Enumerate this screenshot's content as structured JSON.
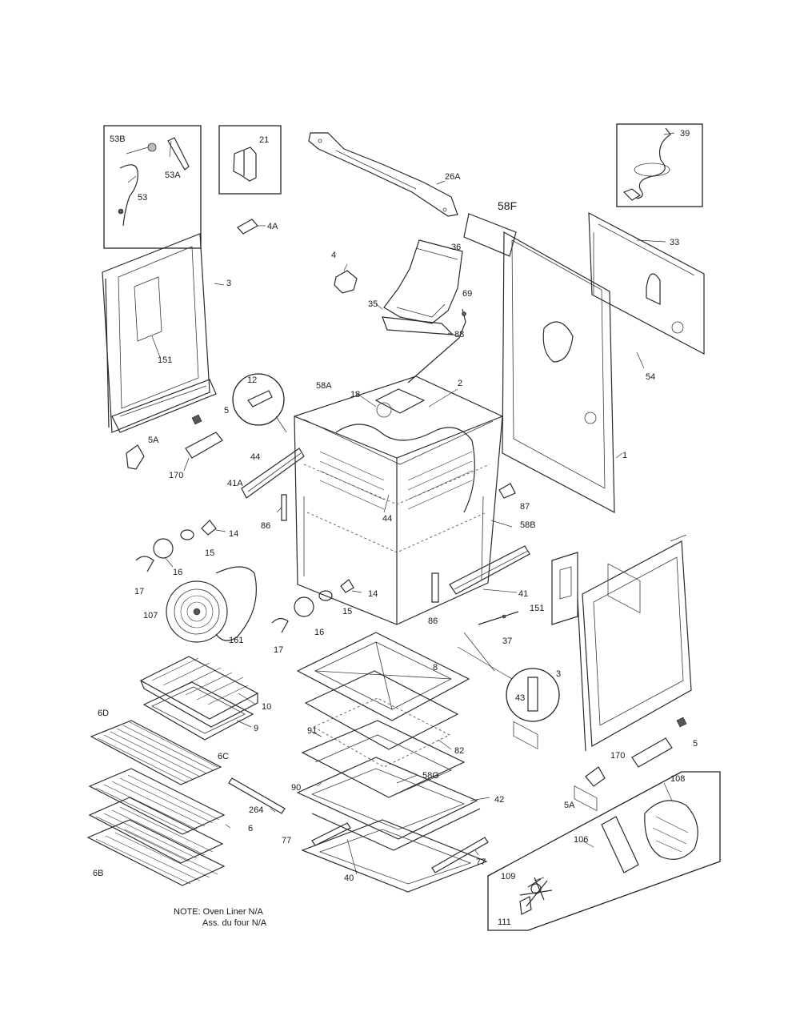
{
  "parts": {
    "p53B": "53B",
    "p53A": "53A",
    "p53": "53",
    "p21": "21",
    "p26A": "26A",
    "p39": "39",
    "p58F": "58F",
    "p4A": "4A",
    "p4": "4",
    "p36": "36",
    "p33": "33",
    "p3a": "3",
    "p35": "35",
    "p69": "69",
    "p151a": "151",
    "p88": "88",
    "p54": "54",
    "p12": "12",
    "p18": "18",
    "p58A": "58A",
    "p2": "2",
    "p5a": "5",
    "p44a": "44",
    "p5Aa": "5A",
    "p41A": "41A",
    "p1": "1",
    "p170a": "170",
    "p44b": "44",
    "p87": "87",
    "p86a": "86",
    "p58B": "58B",
    "p14a": "14",
    "p15a": "15",
    "p16a": "16",
    "p17a": "17",
    "p107": "107",
    "p161": "161",
    "p14b": "14",
    "p15b": "15",
    "p16b": "16",
    "p17b": "17",
    "p86b": "86",
    "p41": "41",
    "p151b": "151",
    "p37": "37",
    "p8": "8",
    "p3b": "3",
    "p43": "43",
    "p10": "10",
    "p9": "9",
    "p6D": "6D",
    "p6C": "6C",
    "p91": "91",
    "p82": "82",
    "p5b": "5",
    "p170b": "170",
    "p58G": "58G",
    "p90": "90",
    "p42": "42",
    "p264": "264",
    "p6": "6",
    "p5Ab": "5A",
    "p108": "108",
    "p106": "106",
    "p77a": "77",
    "p77b": "77",
    "p6B": "6B",
    "p40": "40",
    "p109": "109",
    "p111": "111"
  },
  "note": {
    "line1": "NOTE: Oven Liner N/A",
    "line2": "Ass. du four N/A"
  }
}
